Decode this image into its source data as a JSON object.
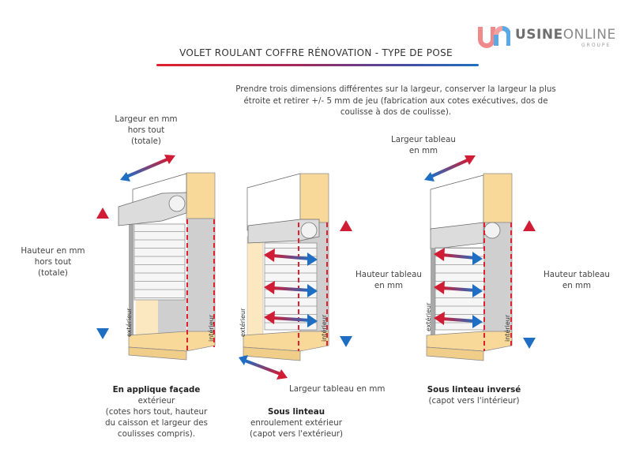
{
  "brand": {
    "name_bold": "USINE",
    "name_light": "ONLINE",
    "sub": "GROUPE",
    "logo_mark": "UO-monogram",
    "colors": {
      "red": "#f07a7a",
      "blue": "#5aa8e6",
      "text": "#6e6e6e"
    }
  },
  "header": {
    "title": "VOLET ROULANT COFFRE RÉNOVATION - TYPE DE POSE",
    "underline_gradient": [
      "#e0202e",
      "#1e6fc0"
    ]
  },
  "note": "Prendre trois dimensions différentes sur la largeur, conserver la largeur la plus étroite et retirer +/- 5 mm de jeu (fabrication aux cotes exécutives, dos de coulisse à dos de coulisse).",
  "colors": {
    "arrow_red": "#d01c34",
    "arrow_blue": "#1e6ec4",
    "dash_red": "#e0202e",
    "wall": "#f8d99a",
    "wall_light": "#fbe8c0",
    "box": "#d8d8d8",
    "reveal": "#cfcfcf"
  },
  "diagrams": [
    {
      "id": "applique",
      "width_label": [
        "Largeur en mm",
        "hors tout",
        "(totale)"
      ],
      "height_label": [
        "Hauteur en mm",
        "hors tout",
        "(totale)"
      ],
      "side_outer": "extérieur",
      "side_inner": "intérieur",
      "caption_title": "En applique façade",
      "caption_lines": [
        "extérieur",
        "(cotes hors tout, hauteur",
        "du caisson et largeur des",
        "coulisses compris)."
      ]
    },
    {
      "id": "sous-linteau",
      "width_label": [
        "Largeur tableau en mm"
      ],
      "height_label": [
        "Hauteur tableau",
        "en mm"
      ],
      "side_outer": "extérieur",
      "side_inner": "intérieur",
      "caption_title": "Sous linteau",
      "caption_lines": [
        "enroulement extérieur",
        "(capot vers l'extérieur)"
      ]
    },
    {
      "id": "sous-linteau-inverse",
      "width_label": [
        "Largeur tableau",
        "en mm"
      ],
      "height_label": [
        "Hauteur tableau",
        "en mm"
      ],
      "side_outer": "extérieur",
      "side_inner": "intérieur",
      "caption_title": "Sous linteau inversé",
      "caption_lines": [
        "(capot vers l'intérieur)"
      ]
    }
  ]
}
